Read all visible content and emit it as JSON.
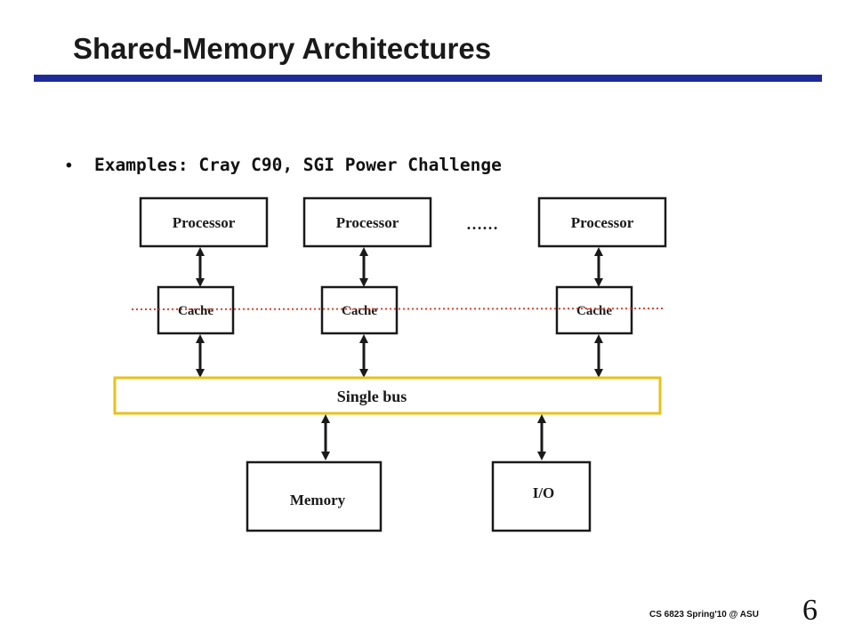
{
  "slide": {
    "title": "Shared-Memory Architectures",
    "bullet": "Examples: Cray C90, SGI Power Challenge",
    "footer": "CS 6823 Spring'10 @ ASU",
    "page_number": "6"
  },
  "diagram": {
    "processors": [
      "Processor",
      "Processor",
      "Processor"
    ],
    "ellipsis": "……",
    "caches": [
      "Cache",
      "Cache",
      "Cache"
    ],
    "bus": "Single bus",
    "memory": "Memory",
    "io": "I/O",
    "colors": {
      "title_rule": "#1f2a99",
      "bus_border": "#e8c21e",
      "coherence_line": "#e0402a",
      "box_border": "#1a1a1a"
    }
  }
}
